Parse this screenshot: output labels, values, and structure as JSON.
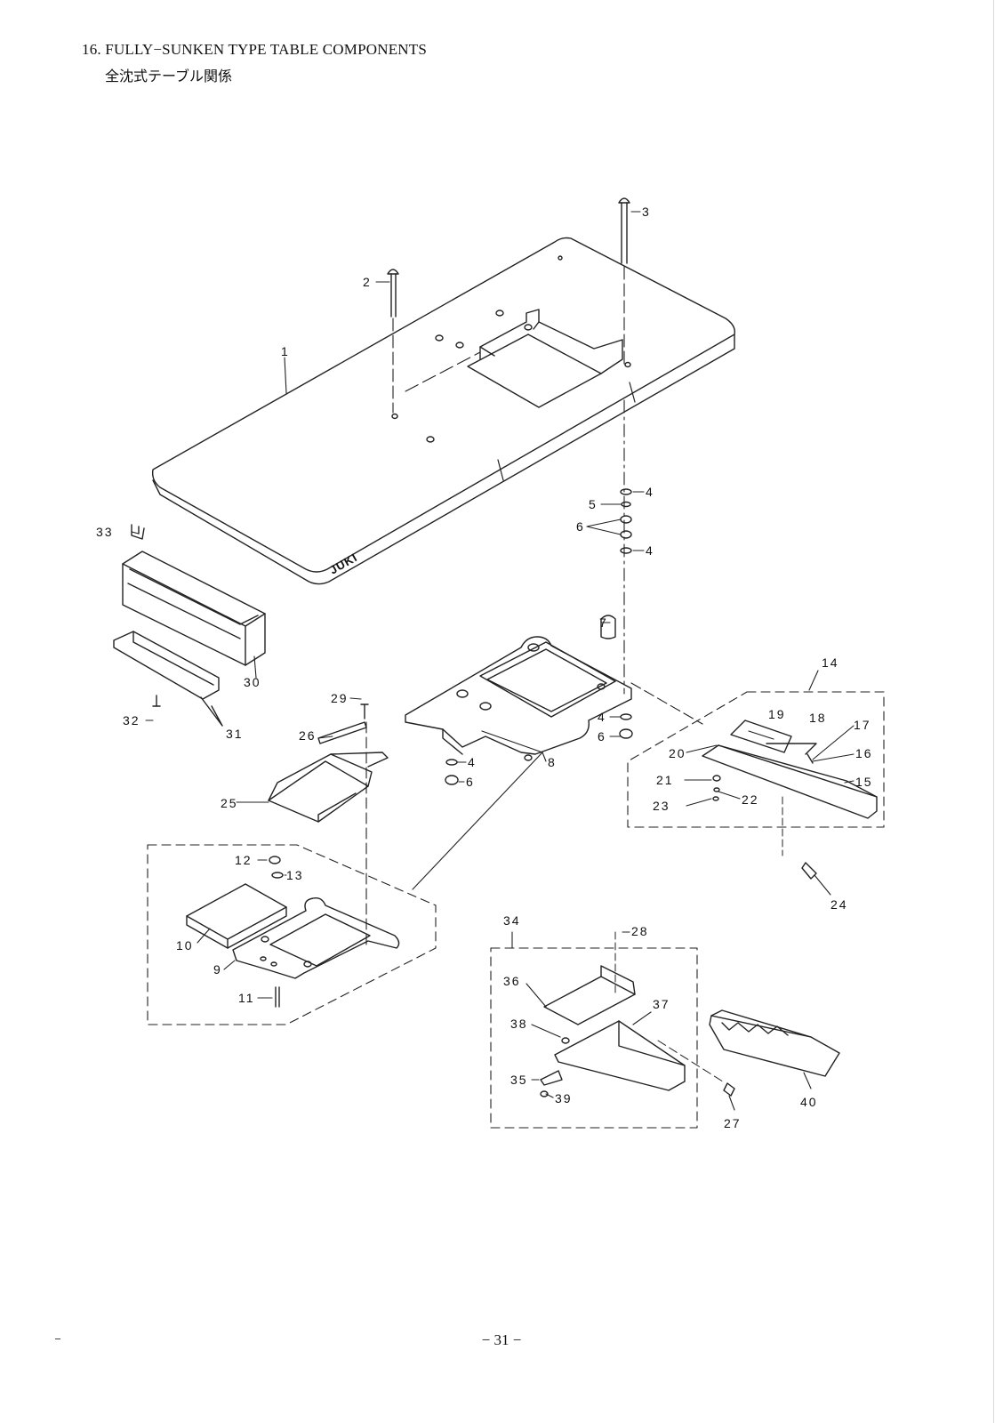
{
  "heading": {
    "title": "16. FULLY−SUNKEN TYPE TABLE COMPONENTS",
    "subtitle_jp": "全沈式テーブル関係"
  },
  "diagram": {
    "brand_mark": "JUKI",
    "part_labels": [
      "1",
      "2",
      "3",
      "4",
      "5",
      "6",
      "7",
      "8",
      "9",
      "10",
      "11",
      "12",
      "13",
      "14",
      "15",
      "16",
      "17",
      "18",
      "19",
      "20",
      "21",
      "22",
      "23",
      "24",
      "25",
      "26",
      "27",
      "28",
      "29",
      "30",
      "31",
      "32",
      "33",
      "34",
      "35",
      "36",
      "37",
      "38",
      "39",
      "40"
    ]
  },
  "footer": {
    "page_number": "− 31 −"
  }
}
